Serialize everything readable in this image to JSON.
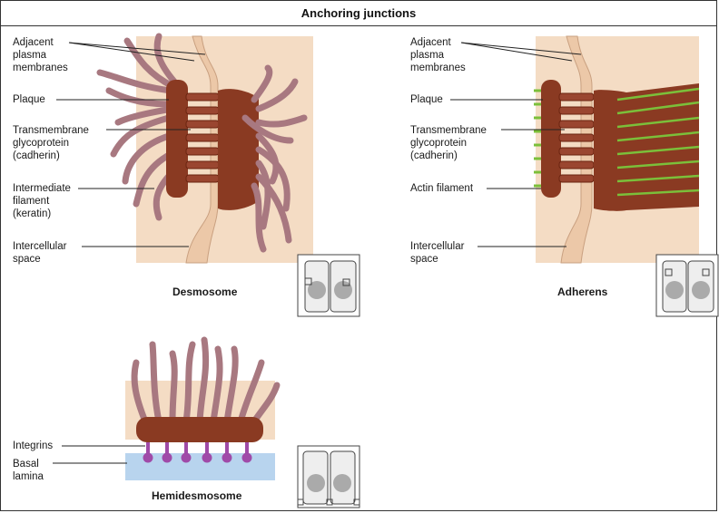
{
  "title": "Anchoring junctions",
  "desmosome": {
    "caption": "Desmosome",
    "labels": {
      "membranes": "Adjacent\nplasma\nmembranes",
      "plaque": "Plaque",
      "transmembrane": "Transmembrane\nglycoprotein\n(cadherin)",
      "filament": "Intermediate\nfilament\n(keratin)",
      "space": "Intercellular\nspace"
    }
  },
  "adherens": {
    "caption": "Adherens",
    "labels": {
      "membranes": "Adjacent\nplasma\nmembranes",
      "plaque": "Plaque",
      "transmembrane": "Transmembrane\nglycoprotein\n(cadherin)",
      "filament": "Actin filament",
      "space": "Intercellular\nspace"
    }
  },
  "hemidesmosome": {
    "caption": "Hemidesmosome",
    "labels": {
      "integrins": "Integrins",
      "lamina": "Basal\nlamina"
    }
  },
  "colors": {
    "cytoplasm": "#f4dcc4",
    "membrane": "#ecc8a8",
    "plaque": "#8a3a22",
    "keratin": "#a87880",
    "actin": "#7bbf3a",
    "integrin": "#a04aa8",
    "lamina": "#b8d4ee"
  }
}
